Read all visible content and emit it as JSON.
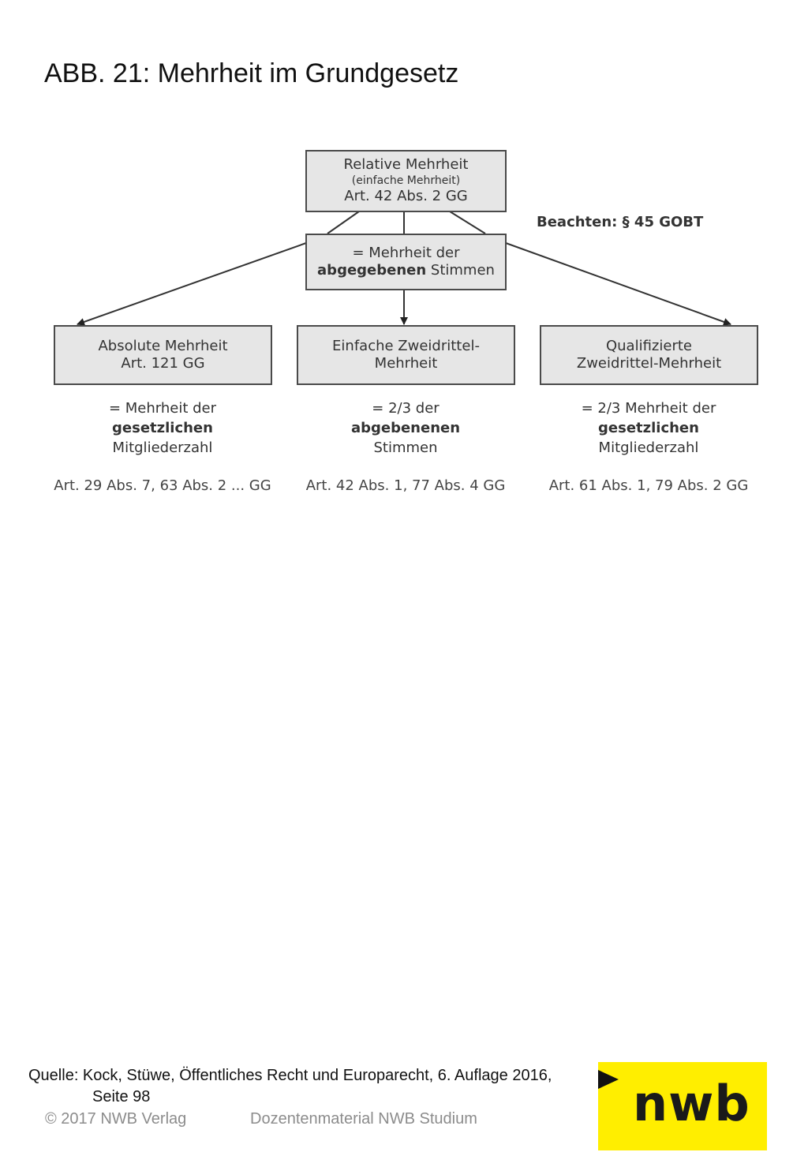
{
  "title": "ABB. 21: Mehrheit im Grundgesetz",
  "diagram": {
    "top_box": {
      "line1": "Relative Mehrheit",
      "line2": "(einfache Mehrheit)",
      "line3": "Art. 42 Abs. 2 GG"
    },
    "note": "Beachten: § 45 GOBT",
    "middle_box": {
      "line1": "= Mehrheit der",
      "line2_bold": "abgegebenen",
      "line2_rest": " Stimmen"
    },
    "branches": [
      {
        "box_line1": "Absolute Mehrheit",
        "box_line2": "Art. 121 GG",
        "desc_line1": "= Mehrheit der",
        "desc_line2": "gesetzlichen",
        "desc_line3": "Mitgliederzahl",
        "refs": "Art. 29 Abs. 7, 63 Abs. 2 ... GG"
      },
      {
        "box_line1": "Einfache Zweidrittel-",
        "box_line2": "Mehrheit",
        "desc_line1": "= 2/3 der",
        "desc_line2": "abgebenenen",
        "desc_line3": "Stimmen",
        "refs": "Art. 42 Abs. 1, 77 Abs. 4 GG"
      },
      {
        "box_line1": "Qualifizierte",
        "box_line2": "Zweidrittel-Mehrheit",
        "desc_line1": "= 2/3 Mehrheit der",
        "desc_line2": "gesetzlichen",
        "desc_line3": "Mitgliederzahl",
        "refs": "Art. 61 Abs. 1, 79 Abs. 2 GG"
      }
    ]
  },
  "source": {
    "line1": "Quelle: Kock, Stüwe, Öffentliches Recht und Europarecht, 6. Auflage 2016,",
    "line2": "Seite 98"
  },
  "footer": {
    "copyright": "© 2017 NWB Verlag",
    "material": "Dozentenmaterial NWB Studium"
  },
  "logo": {
    "text": "nwb",
    "background": "#ffee00"
  }
}
